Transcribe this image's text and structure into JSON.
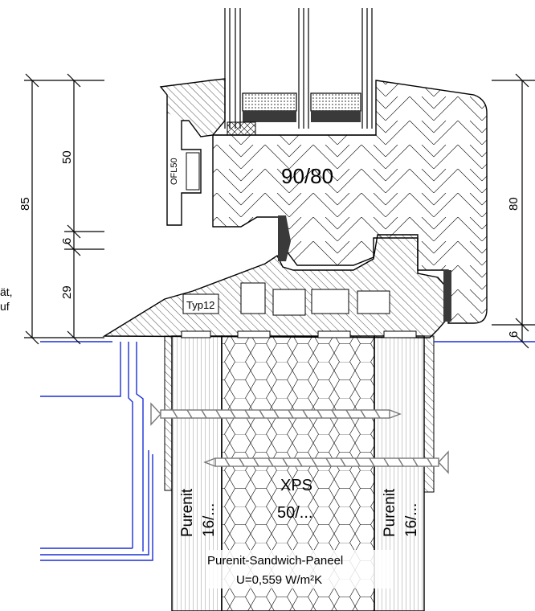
{
  "labels": {
    "frame_profile": "90/80",
    "typ": "Typ12",
    "ofl": "OFL50",
    "xps": "XPS",
    "xps_thickness": "50/...",
    "purenit_left": "Purenit",
    "purenit_left_thickness": "16/...",
    "purenit_right": "Purenit",
    "purenit_right_thickness": "16/...",
    "panel_name": "Purenit-Sandwich-Paneel",
    "panel_u": "U=0,559 W/m²K",
    "cut_text_1": "ät,",
    "cut_text_2": "uf"
  },
  "dimensions": {
    "left_total": "85",
    "left_top": "50",
    "left_gap": "6",
    "left_bottom": "29",
    "right_total": "80",
    "right_bottom": "6"
  },
  "colors": {
    "line": "#000000",
    "reference_blue": "#1a2fd6",
    "gasket": "#3a3a3a",
    "desiccant": "#bdbdbd",
    "screw": "#777777"
  }
}
